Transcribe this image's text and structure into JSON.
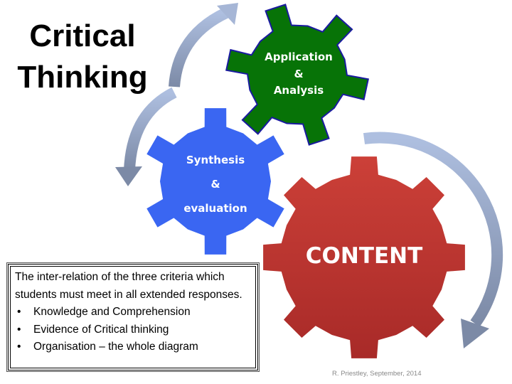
{
  "title": {
    "line1": "Critical",
    "line2": "Thinking"
  },
  "gears": {
    "application": {
      "line1": "Application",
      "line2": "&",
      "line3": "Analysis",
      "color": "#077307",
      "border": "#1a1aa0"
    },
    "synthesis": {
      "line1": "Synthesis",
      "line2": "&",
      "line3": "evaluation",
      "color": "#3a66f2"
    },
    "content": {
      "label": "CONTENT",
      "color": "#c0392f"
    }
  },
  "arrow_color": "#9aaccc",
  "infobox": {
    "intro": "The inter-relation of the three criteria which students must meet in all extended responses.",
    "bullets": [
      "Knowledge and Comprehension",
      "Evidence of Critical thinking",
      "Organisation – the whole diagram"
    ]
  },
  "credit": "R. Priestley, September, 2014"
}
